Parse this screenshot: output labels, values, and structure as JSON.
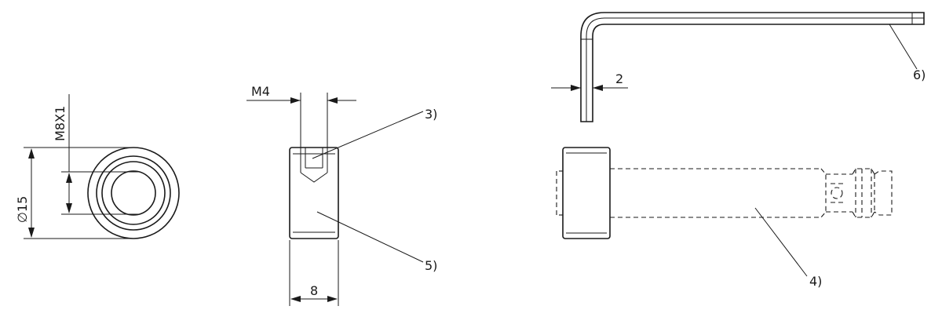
{
  "dimensions": {
    "thread_m8": "M8X1",
    "diameter_15": "∅15",
    "thread_m4": "M4",
    "width_8": "8",
    "key_2": "2"
  },
  "callouts": {
    "c3": "3)",
    "c4": "4)",
    "c5": "5)",
    "c6": "6)"
  },
  "colors": {
    "line": "#1a1a1a",
    "background": "#ffffff"
  }
}
